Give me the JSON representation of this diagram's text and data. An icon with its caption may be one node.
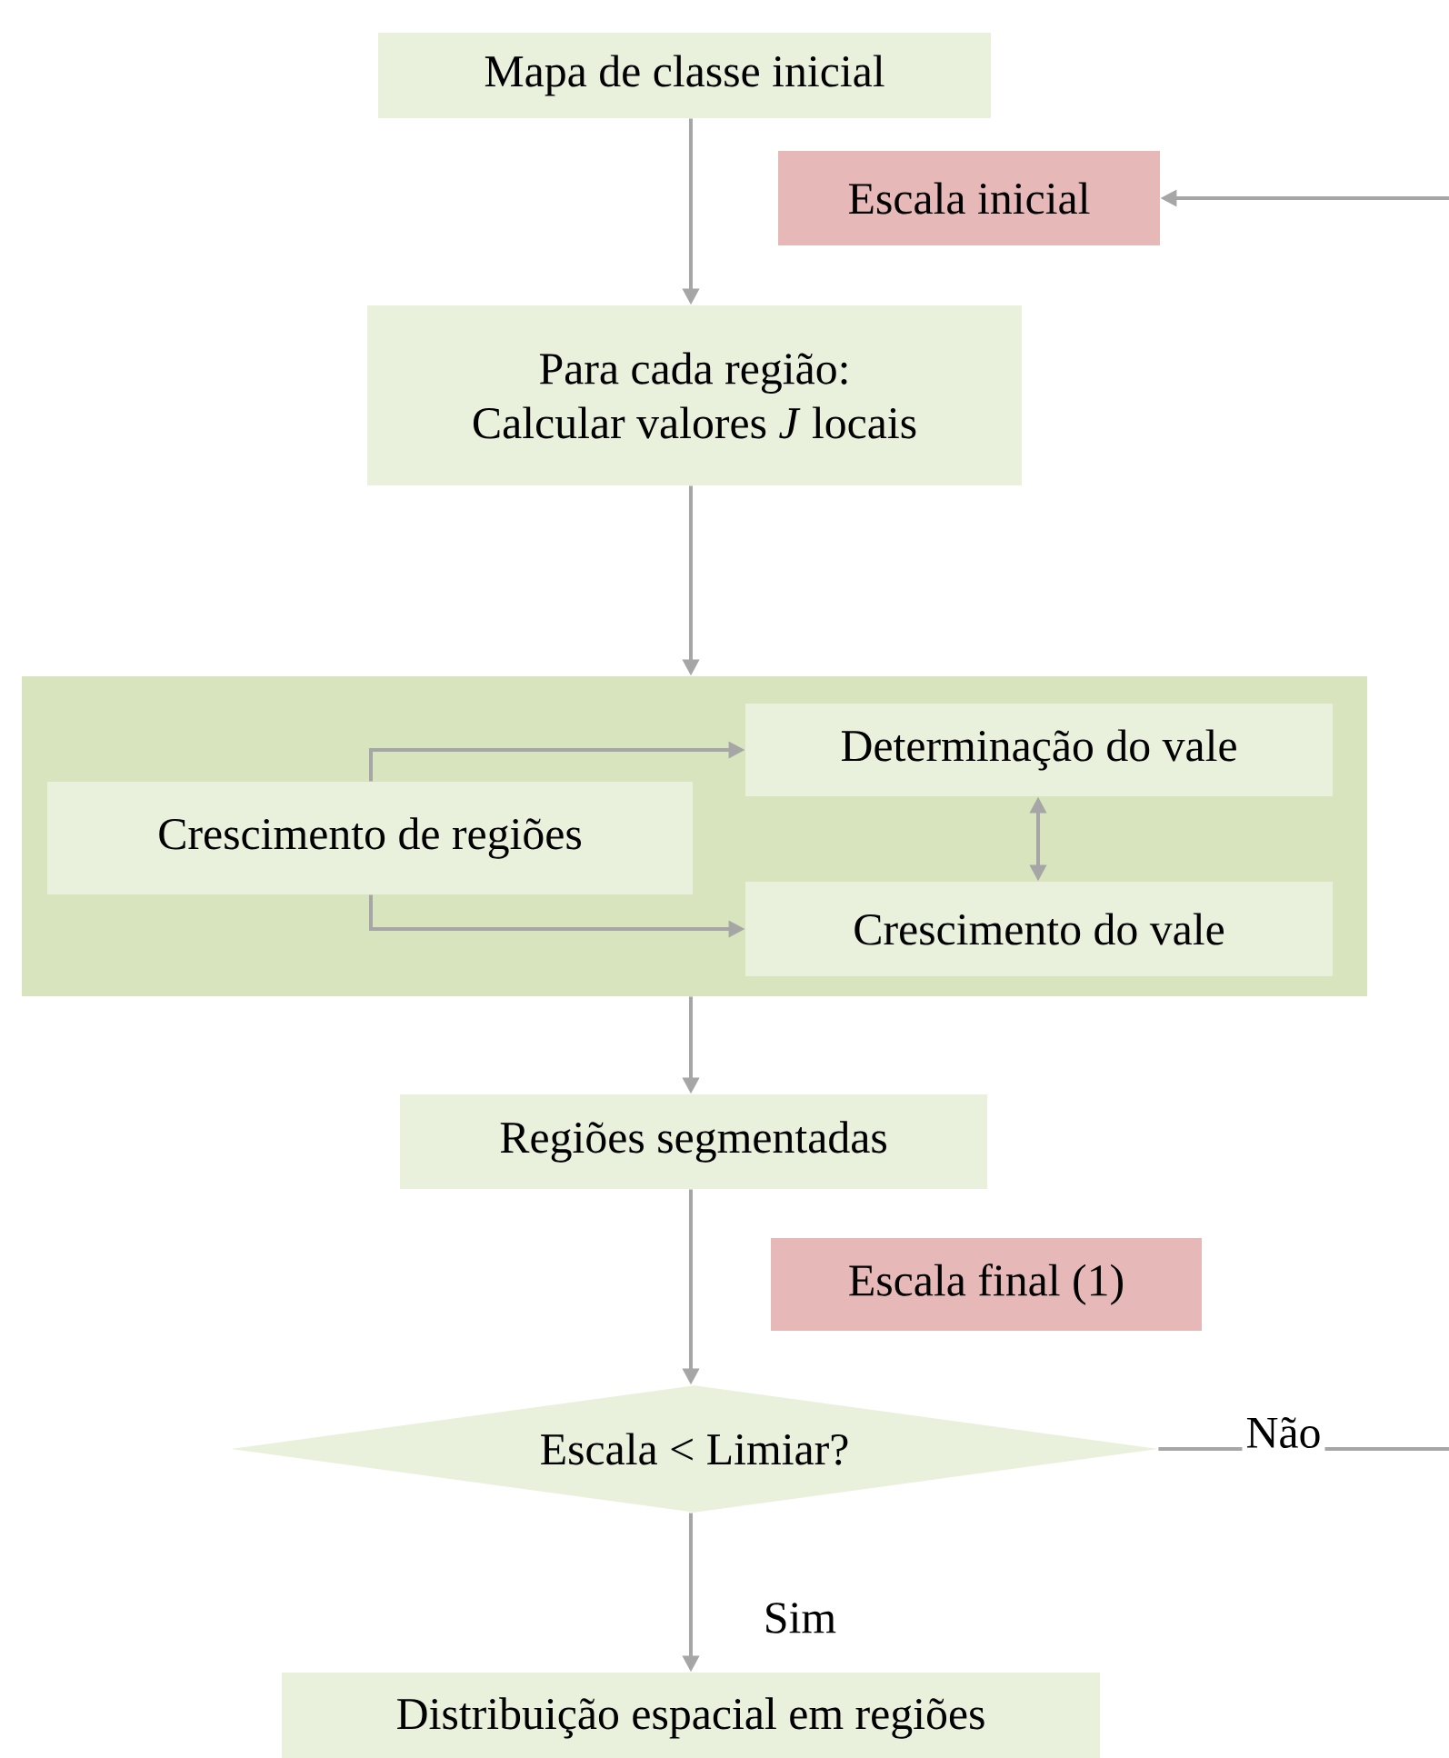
{
  "diagram": {
    "nodes": [
      {
        "text": [
          "Mapa de classe inicial"
        ]
      },
      {
        "text": [
          "Escala inicial"
        ]
      },
      {
        "text": [
          "Para cada região:",
          "Calcular valores *J* locais"
        ]
      },
      {
        "text": [],
        "shape": "box"
      },
      {
        "text": [
          "Crescimento de regiões"
        ],
        "in": 3
      },
      {
        "text": [
          "Determinação do vale"
        ],
        "in": 3
      },
      {
        "text": [
          "Crescimento do vale"
        ],
        "in": 3
      },
      {
        "text": [
          "Regiões segmentadas"
        ]
      },
      {
        "text": [
          "Escala final (1)"
        ]
      },
      {
        "text": [
          "Escala < Limiar?"
        ]
      },
      {
        "text": [
          "Distribuição espacial em regiões"
        ]
      }
    ],
    "edges": [
      {
        "from": 0,
        "to": 2,
        "arrow": "to"
      },
      {
        "from": null,
        "to": 1,
        "arrow": "to"
      },
      {
        "from": 2,
        "to": 3,
        "arrow": "to"
      },
      {
        "from": 4,
        "to": 5,
        "arrow": "to"
      },
      {
        "from": 4,
        "to": 6,
        "arrow": "to"
      },
      {
        "from": 5,
        "to": 6,
        "arrow": "both"
      },
      {
        "from": 3,
        "to": 7,
        "arrow": "to"
      },
      {
        "from": 7,
        "to": 9,
        "arrow": "to"
      },
      {
        "from": 9,
        "to": 10,
        "arrow": "to",
        "label": "Sim"
      },
      {
        "from": 9,
        "to": null,
        "arrow": "none",
        "label": "Não"
      }
    ]
  }
}
